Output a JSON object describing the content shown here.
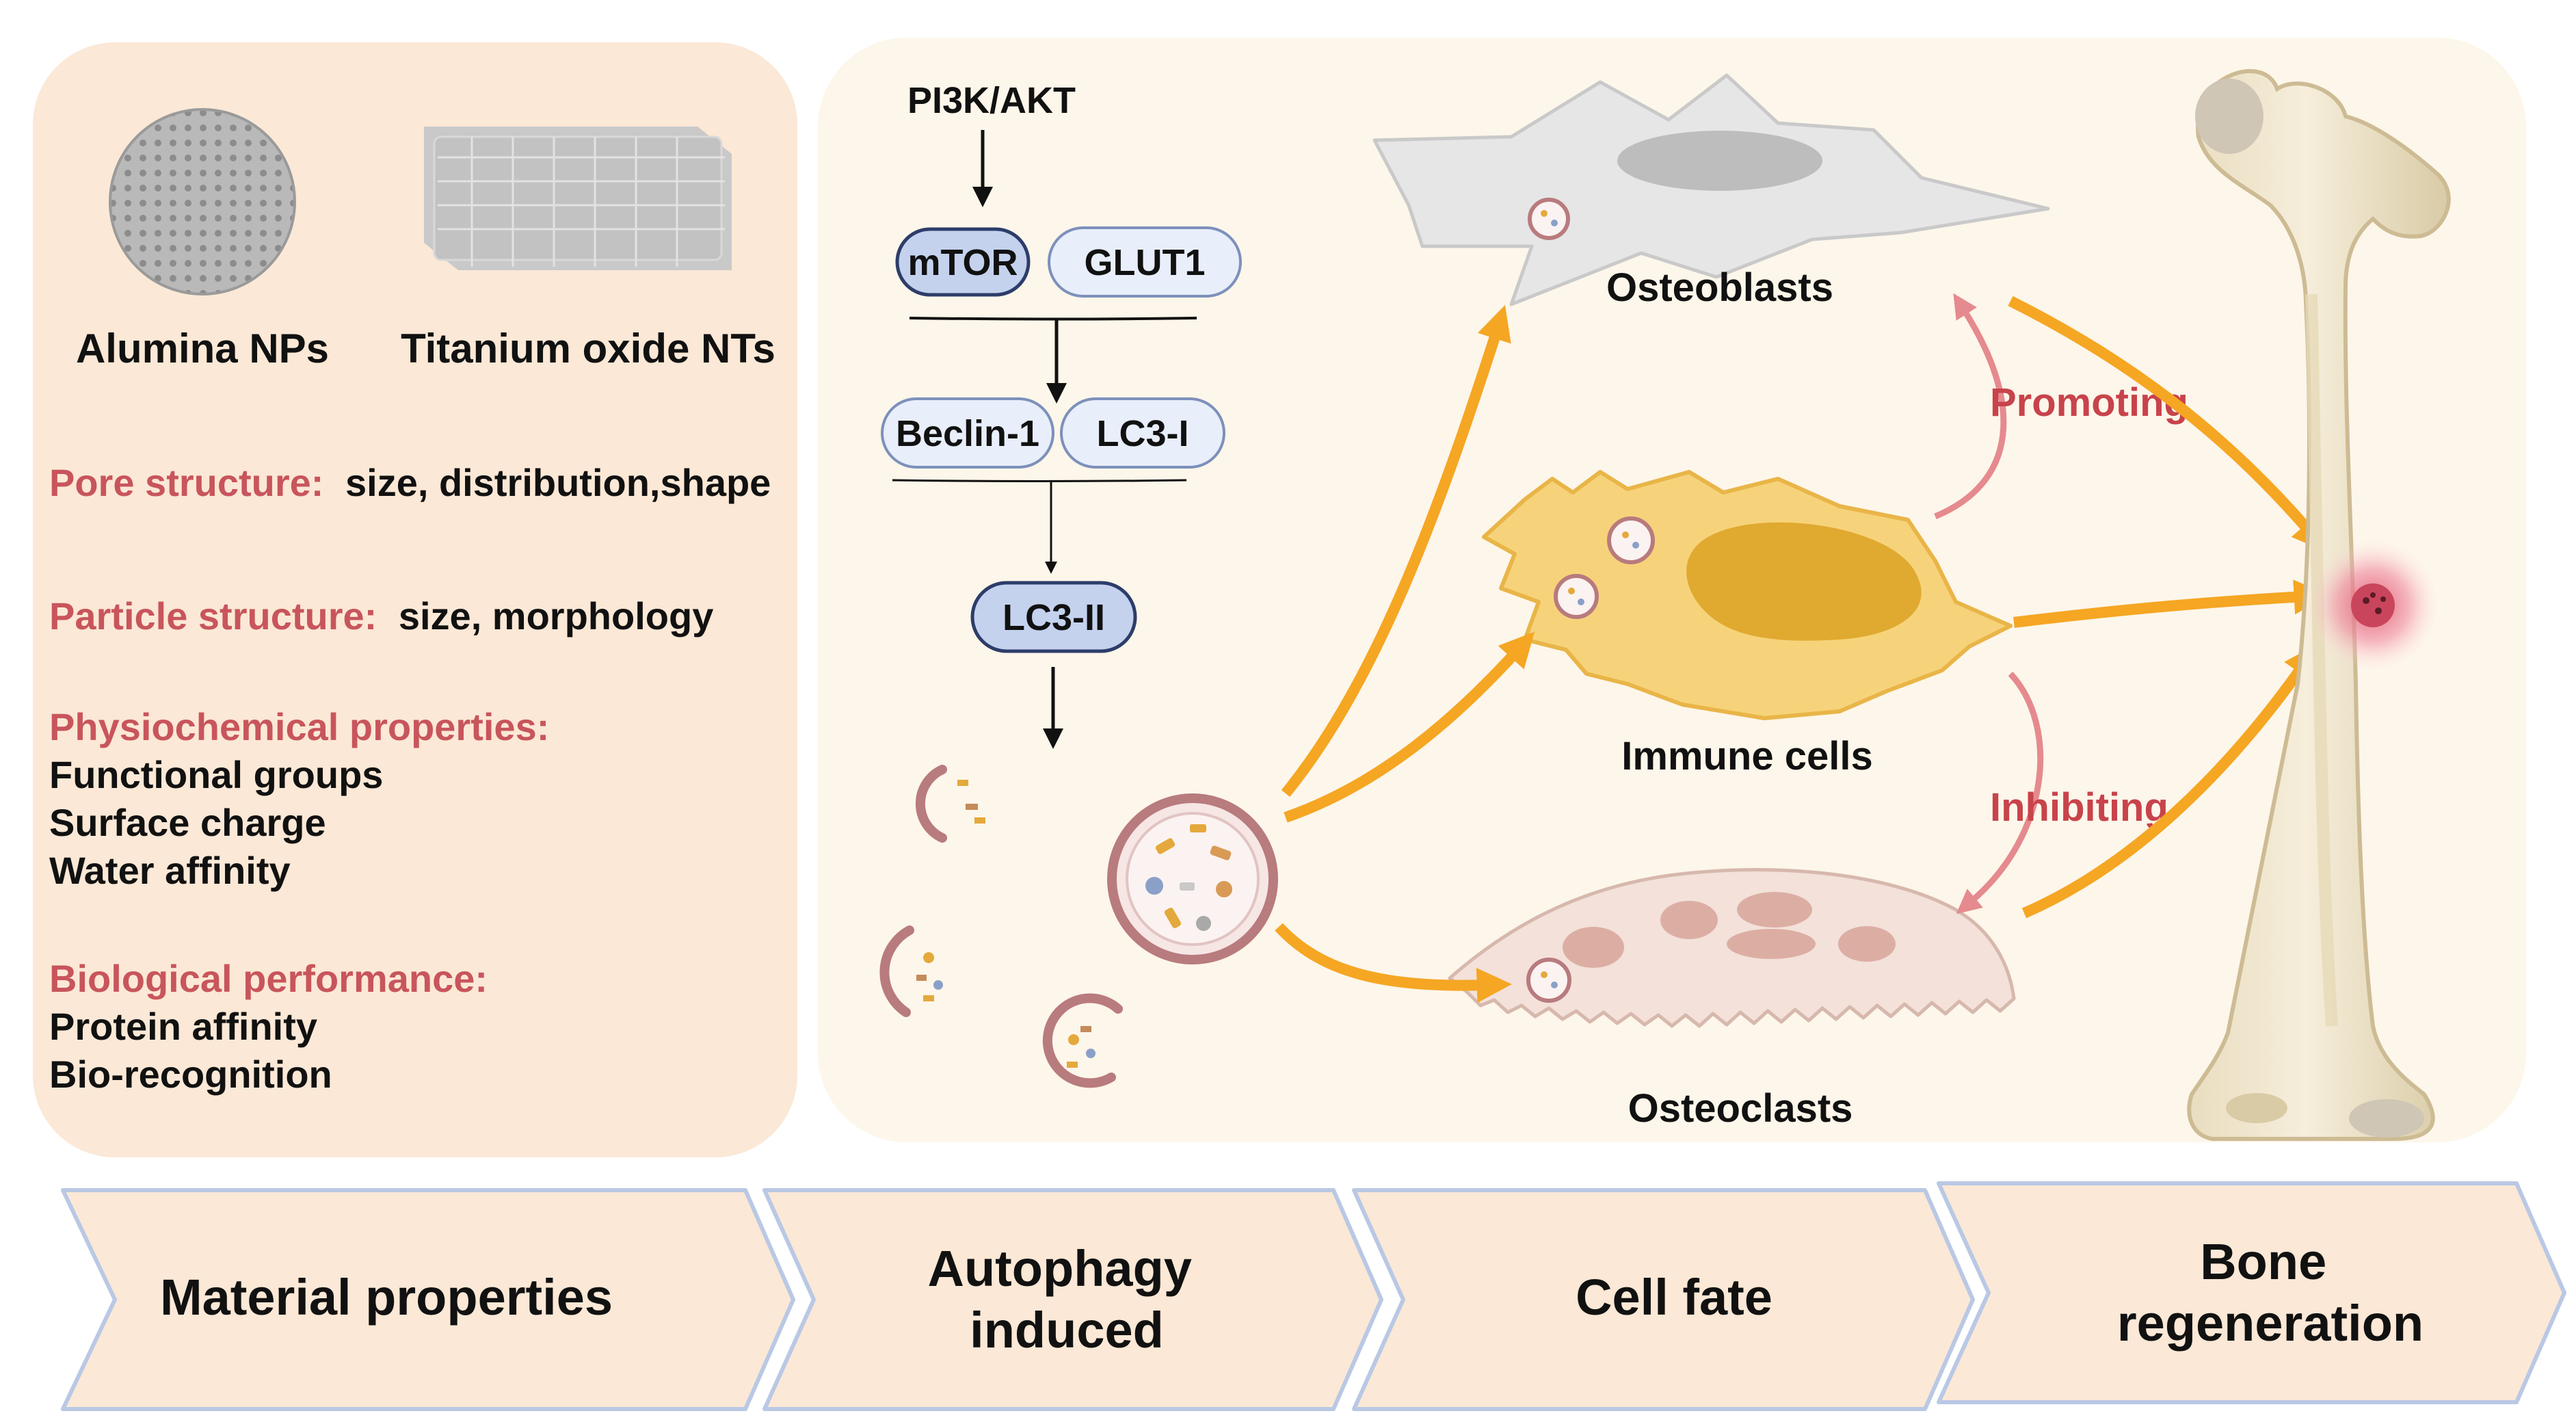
{
  "materials": {
    "alumina_label": "Alumina NPs",
    "titanium_label": "Titanium oxide NTs",
    "pore_title": "Pore structure:",
    "pore_text": "size, distribution,shape",
    "particle_title": "Particle structure:",
    "particle_text": "size, morphology",
    "physio_title": "Physiochemical properties:",
    "physio_items": [
      "Functional groups",
      "Surface charge",
      "Water affinity"
    ],
    "bio_title": "Biological performance:",
    "bio_items": [
      "Protein affinity",
      "Bio-recognition"
    ]
  },
  "pathway": {
    "top": "PI3K/AKT",
    "row1": [
      "mTOR",
      "GLUT1"
    ],
    "row2": [
      "Beclin-1",
      "LC3-I"
    ],
    "row3": "LC3-II"
  },
  "cells": {
    "osteoblasts": "Osteoblasts",
    "immune": "Immune cells",
    "osteoclasts": "Osteoclasts",
    "promoting": "Promoting",
    "inhibiting": "Inhibiting"
  },
  "stages": [
    "Material properties",
    "Autophagy\ninduced",
    "Cell fate",
    "Bone\nregeneration"
  ],
  "colors": {
    "left_panel": "#fbe8d6",
    "right_panel": "#fdf6ea",
    "accent_red": "#c8555c",
    "arrow_orange": "#f5a623",
    "pink_arrow": "#e58a8e",
    "pill_blue": "#dde6f5",
    "pill_blue_dark": "#b8c8e8",
    "chevron_fill": "#fbe8d6",
    "chevron_stroke": "#b9c8e4"
  }
}
